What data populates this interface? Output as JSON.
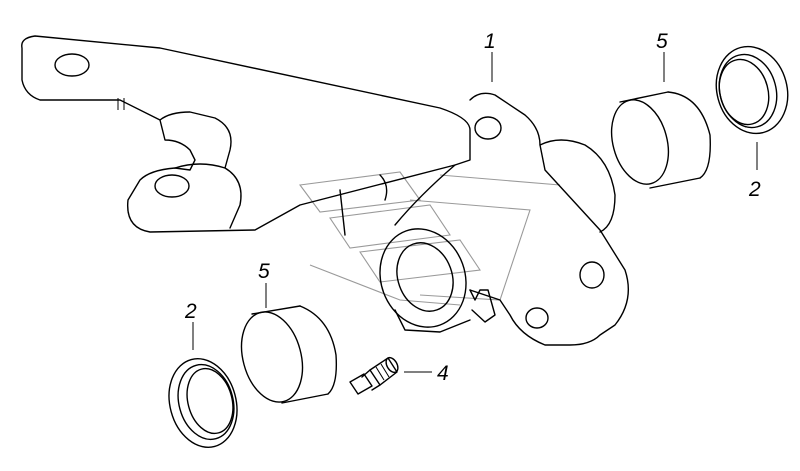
{
  "callouts": [
    {
      "id": "1",
      "label": "1"
    },
    {
      "id": "5-right",
      "label": "5"
    },
    {
      "id": "2-right",
      "label": "2"
    },
    {
      "id": "5-left",
      "label": "5"
    },
    {
      "id": "2-left",
      "label": "2"
    },
    {
      "id": "4",
      "label": "4"
    }
  ],
  "colors": {
    "line": "#000000",
    "watermark": "#9a9a9a",
    "background": "#ffffff"
  }
}
